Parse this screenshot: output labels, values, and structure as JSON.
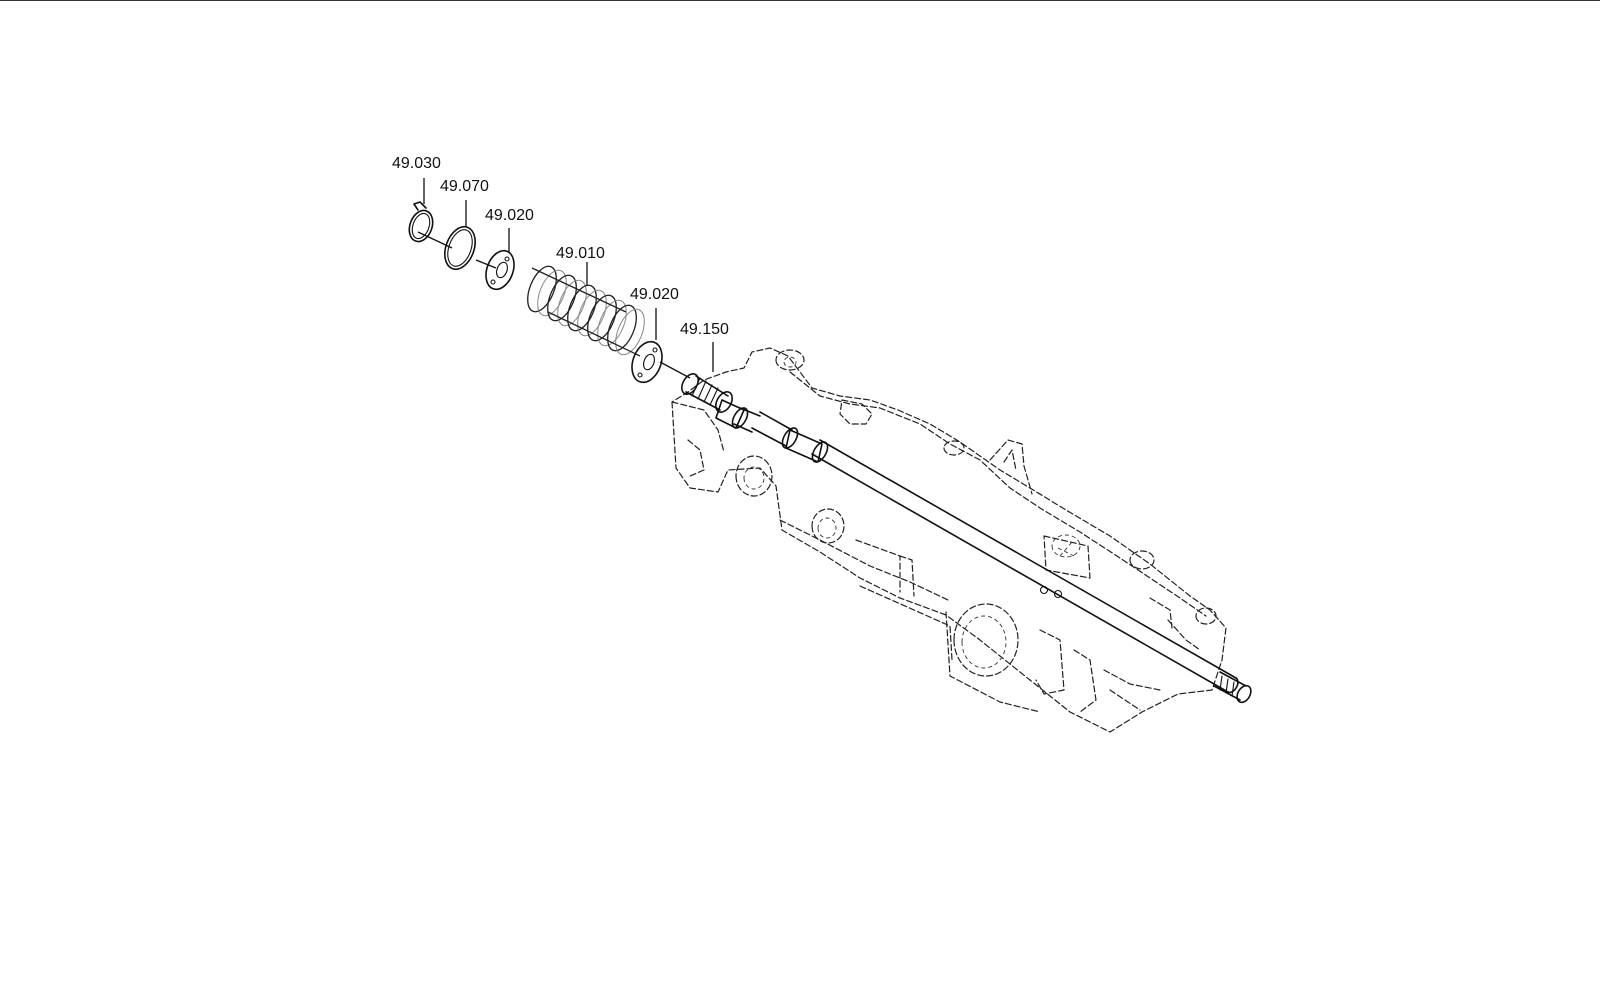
{
  "callouts": [
    {
      "id": "label-49-030",
      "text": "49.030"
    },
    {
      "id": "label-49-070",
      "text": "49.070"
    },
    {
      "id": "label-49-020-a",
      "text": "49.020"
    },
    {
      "id": "label-49-010",
      "text": "49.010"
    },
    {
      "id": "label-49-020-b",
      "text": "49.020"
    },
    {
      "id": "label-49-150",
      "text": "49.150"
    }
  ]
}
